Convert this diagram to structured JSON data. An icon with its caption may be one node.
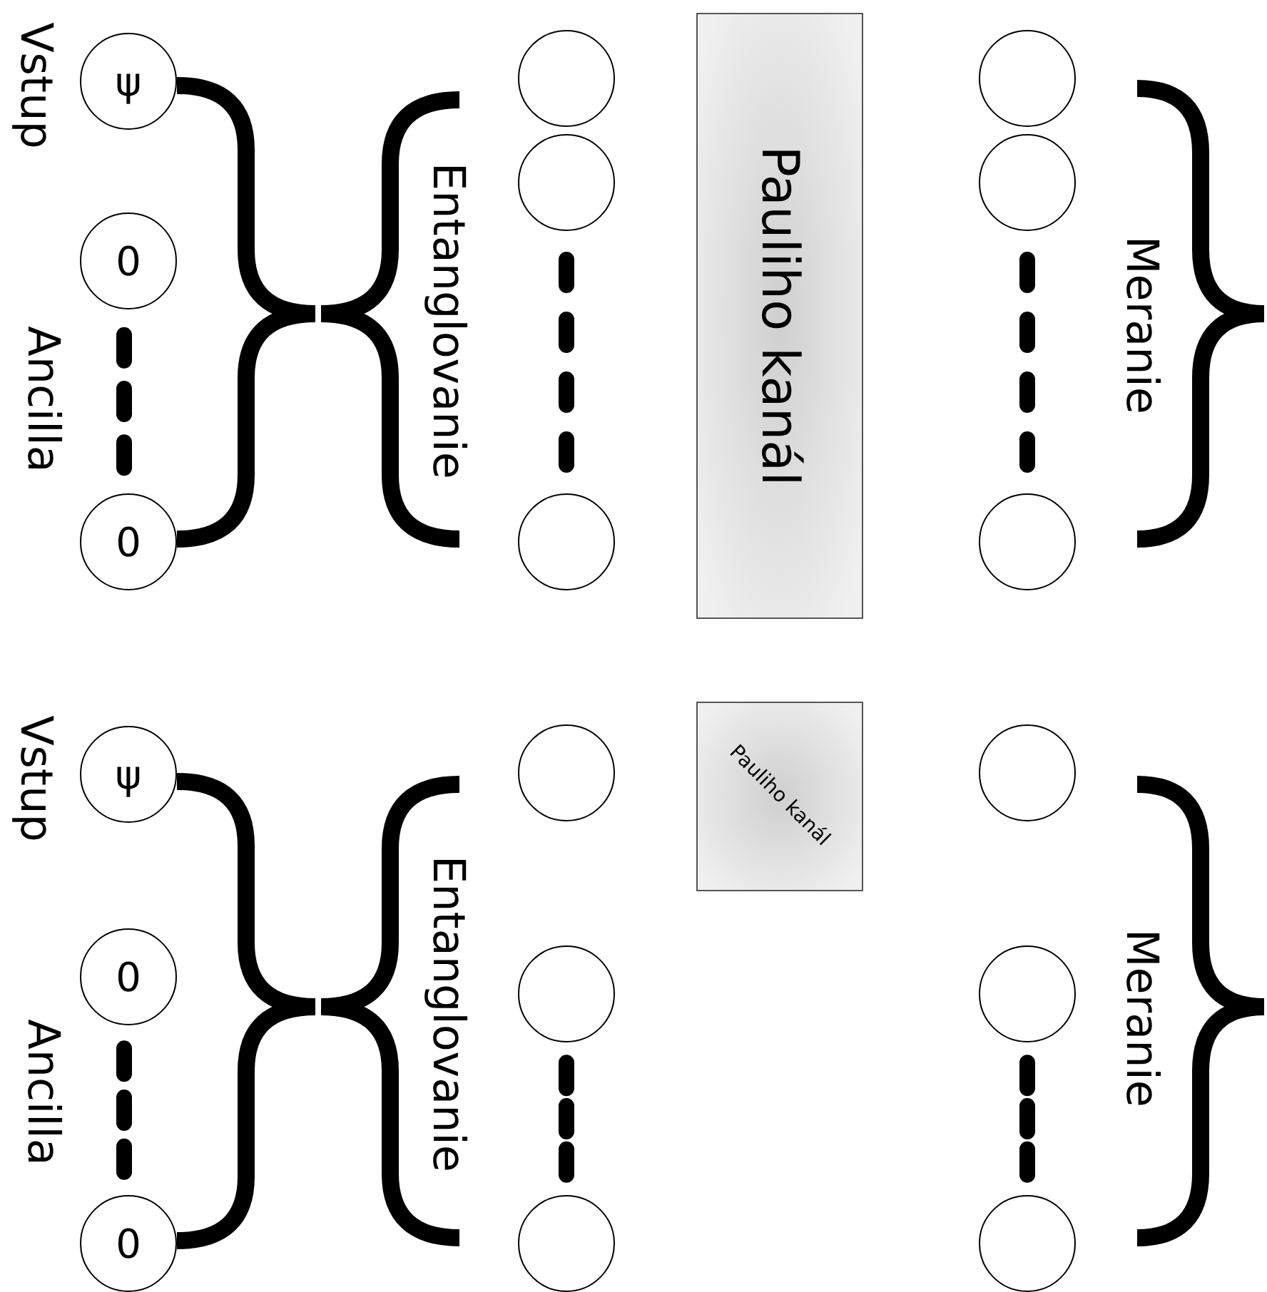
{
  "diagram": {
    "nodes": [
      {
        "text": [
          "ψ"
        ]
      },
      {
        "text": [
          "0"
        ]
      },
      {
        "text": [
          "0"
        ]
      },
      {
        "text": [],
        "shape": "circle"
      },
      {
        "text": [],
        "shape": "circle"
      },
      {
        "text": [],
        "shape": "circle"
      },
      {
        "text": [
          "Pauliho kanál"
        ]
      },
      {
        "text": [],
        "shape": "circle"
      },
      {
        "text": [],
        "shape": "circle"
      },
      {
        "text": [],
        "shape": "circle"
      },
      {
        "text": [
          "ψ"
        ]
      },
      {
        "text": [
          "0"
        ]
      },
      {
        "text": [
          "0"
        ]
      },
      {
        "text": [],
        "shape": "circle"
      },
      {
        "text": [],
        "shape": "circle"
      },
      {
        "text": [],
        "shape": "circle"
      },
      {
        "text": [
          "Pauliho kanál"
        ]
      },
      {
        "text": [],
        "shape": "circle"
      },
      {
        "text": [],
        "shape": "circle"
      },
      {
        "text": [],
        "shape": "circle"
      }
    ],
    "labels": [
      "Vstup",
      "Ancilla",
      "Entanglovanie",
      "Meranie",
      "Vstup",
      "Ancilla",
      "Entanglovanie",
      "Meranie"
    ]
  }
}
